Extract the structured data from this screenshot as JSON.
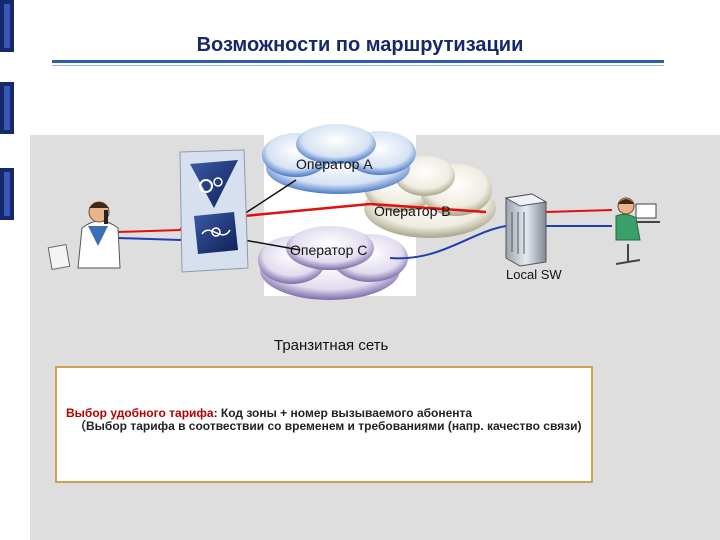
{
  "title": "Возможности по маршрутизации",
  "diagram": {
    "operator_a": "Оператор A",
    "operator_b": "Оператор B",
    "operator_c": "Оператор C",
    "local_sw": "Local SW",
    "transit_network": "Транзитная сеть"
  },
  "info": {
    "highlight": "Выбор удобного тарифа",
    "line1_rest": ": Код зоны + номер вызываемого абонента",
    "line2": "（Выбор тарифа в соотвествии со временем и требованиями (напр. качество связи)"
  },
  "colors": {
    "title": "#14286a",
    "rule": "#2f5fa8",
    "highlight": "#b40000",
    "red_route": "#e01010",
    "blue_route": "#1f3fb0",
    "box_border": "#c9a64e"
  }
}
